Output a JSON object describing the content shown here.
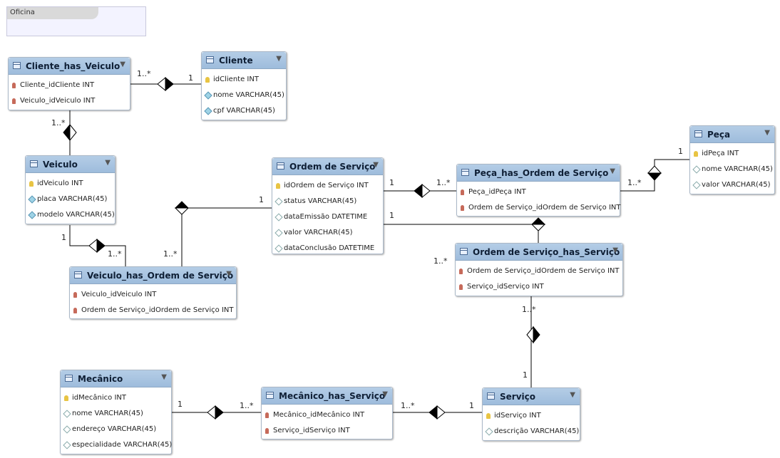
{
  "diagram": {
    "layer_title": "Oficina"
  },
  "tables": [
    {
      "id": "cliente_has_veiculo",
      "name": "Cliente_has_Veiculo",
      "columns": [
        {
          "label": "Cliente_idCliente INT",
          "kind": "fk"
        },
        {
          "label": "Veiculo_idVeiculo INT",
          "kind": "fk"
        }
      ]
    },
    {
      "id": "cliente",
      "name": "Cliente",
      "columns": [
        {
          "label": "idCliente INT",
          "kind": "pk"
        },
        {
          "label": "nome VARCHAR(45)",
          "kind": "attr"
        },
        {
          "label": "cpf VARCHAR(45)",
          "kind": "attr"
        }
      ]
    },
    {
      "id": "veiculo",
      "name": "Veiculo",
      "columns": [
        {
          "label": "idVeiculo INT",
          "kind": "pk"
        },
        {
          "label": "placa VARCHAR(45)",
          "kind": "attr"
        },
        {
          "label": "modelo VARCHAR(45)",
          "kind": "attr"
        }
      ]
    },
    {
      "id": "ordem_servico",
      "name": "Ordem de Serviço",
      "columns": [
        {
          "label": "idOrdem de Serviço INT",
          "kind": "pk"
        },
        {
          "label": "status VARCHAR(45)",
          "kind": "attr2"
        },
        {
          "label": "dataEmissão DATETIME",
          "kind": "attr2"
        },
        {
          "label": "valor VARCHAR(45)",
          "kind": "attr2"
        },
        {
          "label": "dataConclusão DATETIME",
          "kind": "attr2"
        }
      ]
    },
    {
      "id": "peca_has_ordem",
      "name": "Peça_has_Ordem de Serviço",
      "columns": [
        {
          "label": "Peça_idPeça INT",
          "kind": "fk"
        },
        {
          "label": "Ordem de Serviço_idOrdem de Serviço INT",
          "kind": "fk"
        }
      ]
    },
    {
      "id": "peca",
      "name": "Peça",
      "columns": [
        {
          "label": "idPeça INT",
          "kind": "pk"
        },
        {
          "label": "nome VARCHAR(45)",
          "kind": "attr2"
        },
        {
          "label": "valor VARCHAR(45)",
          "kind": "attr2"
        }
      ]
    },
    {
      "id": "veiculo_has_ordem",
      "name": "Veiculo_has_Ordem de Serviço",
      "columns": [
        {
          "label": "Veiculo_idVeiculo INT",
          "kind": "fk"
        },
        {
          "label": "Ordem de Serviço_idOrdem de Serviço INT",
          "kind": "fk"
        }
      ]
    },
    {
      "id": "ordem_has_servico",
      "name": "Ordem de Serviço_has_Serviço",
      "columns": [
        {
          "label": "Ordem de Serviço_idOrdem de Serviço INT",
          "kind": "fk"
        },
        {
          "label": "Serviço_idServiço INT",
          "kind": "fk"
        }
      ]
    },
    {
      "id": "mecanico",
      "name": "Mecânico",
      "columns": [
        {
          "label": "idMecânico INT",
          "kind": "pk"
        },
        {
          "label": "nome VARCHAR(45)",
          "kind": "attr2"
        },
        {
          "label": "endereço VARCHAR(45)",
          "kind": "attr2"
        },
        {
          "label": "especialidade VARCHAR(45)",
          "kind": "attr2"
        }
      ]
    },
    {
      "id": "mecanico_has_servico",
      "name": "Mecânico_has_Serviço",
      "columns": [
        {
          "label": "Mecânico_idMecânico INT",
          "kind": "fk"
        },
        {
          "label": "Serviço_idServiço INT",
          "kind": "fk"
        }
      ]
    },
    {
      "id": "servico",
      "name": "Serviço",
      "columns": [
        {
          "label": "idServiço INT",
          "kind": "pk"
        },
        {
          "label": "descrição VARCHAR(45)",
          "kind": "attr2"
        }
      ]
    }
  ],
  "cardinalities": {
    "c1": "1..*",
    "c2": "1",
    "c3": "1..*",
    "c4": "1",
    "c5": "1..*",
    "c6": "1..*",
    "c7": "1",
    "c8": "1",
    "c9": "1..*",
    "c10": "1",
    "c11": "1..*",
    "c12": "1",
    "c13": "1..*",
    "c14": "1..*",
    "c15": "1",
    "c16": "1",
    "c17": "1..*",
    "c18": "1..*",
    "c19": "1"
  }
}
